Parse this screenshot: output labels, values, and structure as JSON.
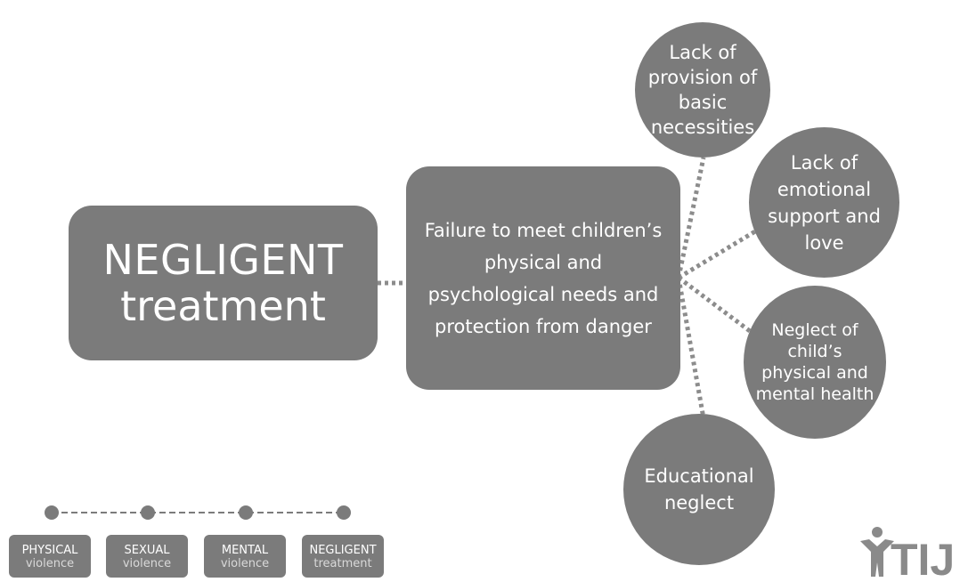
{
  "negligent_box": {
    "line1": "NEGLIGENT",
    "line2": "treatment"
  },
  "failure_box": {
    "text": "Failure to meet children’s physical and psychological needs and protection from danger"
  },
  "circles": [
    {
      "text": "Lack of provision of basic necessities"
    },
    {
      "text": "Lack of emotional support and love"
    },
    {
      "text": "Neglect of child’s physical and mental health"
    },
    {
      "text": "Educational neglect"
    }
  ],
  "progress_steps": [
    {
      "title": "PHYSICAL",
      "subtitle": "violence"
    },
    {
      "title": "SEXUAL",
      "subtitle": "violence"
    },
    {
      "title": "MENTAL",
      "subtitle": "violence"
    },
    {
      "title": "NEGLIGENT",
      "subtitle": "treatment"
    }
  ],
  "colors": {
    "shape": "#7b7b7b",
    "text": "#ffffff",
    "dots": "#8c8c8c"
  },
  "logo": {
    "text": "TIJ",
    "icon": "person-figure-icon"
  }
}
